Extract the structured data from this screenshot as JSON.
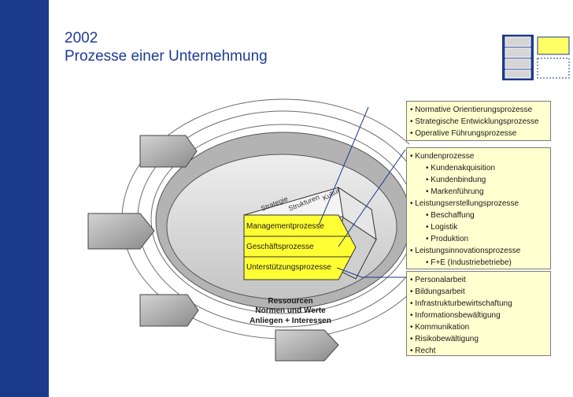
{
  "header": {
    "year": "2002",
    "title": "Prozesse einer Unternehmung"
  },
  "diagram": {
    "rotated_labels": [
      "Strategie",
      "Strukturen",
      "Kultur"
    ],
    "process_labels": [
      "Managementprozesse",
      "Geschäftsprozesse",
      "Unterstützungsprozesse"
    ],
    "bottom_labels": [
      "Ressourcen",
      "Normen und Werte",
      "Anliegen + Interessen"
    ]
  },
  "boxes": {
    "management": [
      "Normative Orientierungsprozesse",
      "Strategische Entwicklungsprozesse",
      "Operative Führungsprozesse"
    ],
    "business": [
      {
        "text": "Kundenprozesse",
        "sub": false
      },
      {
        "text": "Kundenakquisition",
        "sub": true
      },
      {
        "text": "Kundenbindung",
        "sub": true
      },
      {
        "text": "Markenführung",
        "sub": true
      },
      {
        "text": "Leistungserstellungsprozesse",
        "sub": false
      },
      {
        "text": "Beschaffung",
        "sub": true
      },
      {
        "text": "Logistik",
        "sub": true
      },
      {
        "text": "Produktion",
        "sub": true
      },
      {
        "text": "Leistungsinnovationsprozesse",
        "sub": false
      },
      {
        "text": "F+E (Industriebetriebe)",
        "sub": true
      }
    ],
    "support": [
      "Personalarbeit",
      "Bildungsarbeit",
      "Infrastrukturbewirtschaftung",
      "Informationsbewältigung",
      "Kommunikation",
      "Risikobewältigung",
      "Recht"
    ]
  },
  "colors": {
    "sidebar": "#1c3a8a",
    "title": "#1d3c95",
    "box_fill": "#ffffd0",
    "process_fill": "#ffff33",
    "connector": "#1c3a8a"
  }
}
